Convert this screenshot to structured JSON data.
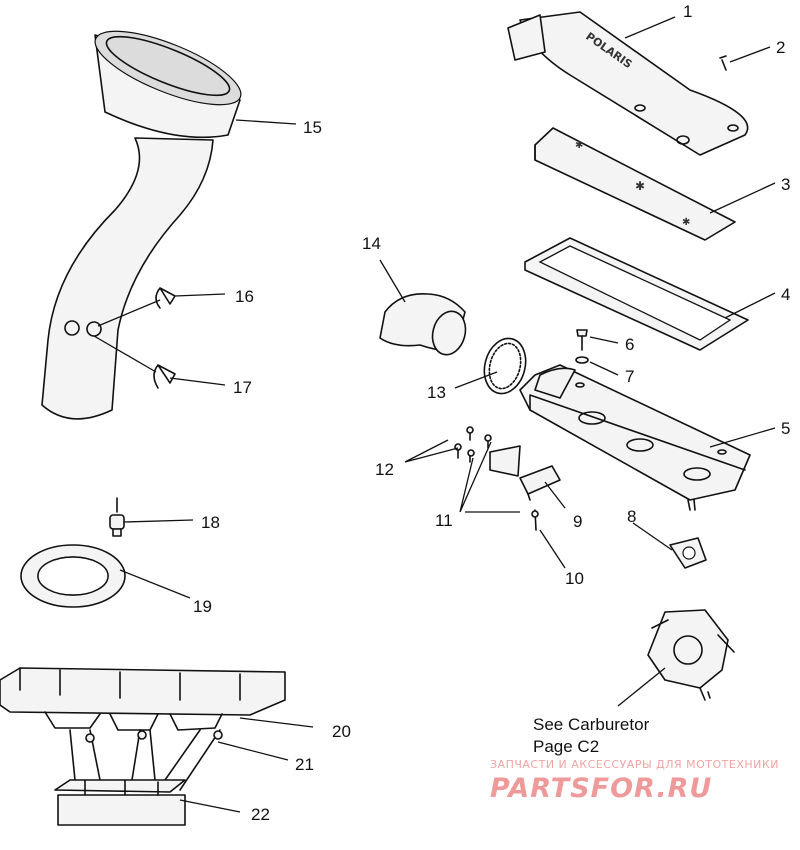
{
  "callouts": [
    {
      "id": "1",
      "text": "1"
    },
    {
      "id": "2",
      "text": "2"
    },
    {
      "id": "3",
      "text": "3"
    },
    {
      "id": "4",
      "text": "4"
    },
    {
      "id": "5",
      "text": "5"
    },
    {
      "id": "6",
      "text": "6"
    },
    {
      "id": "7",
      "text": "7"
    },
    {
      "id": "8",
      "text": "8"
    },
    {
      "id": "9",
      "text": "9"
    },
    {
      "id": "10",
      "text": "10"
    },
    {
      "id": "11",
      "text": "11"
    },
    {
      "id": "12",
      "text": "12"
    },
    {
      "id": "13",
      "text": "13"
    },
    {
      "id": "14",
      "text": "14"
    },
    {
      "id": "15",
      "text": "15"
    },
    {
      "id": "16",
      "text": "16"
    },
    {
      "id": "17",
      "text": "17"
    },
    {
      "id": "18",
      "text": "18"
    },
    {
      "id": "19",
      "text": "19"
    },
    {
      "id": "20",
      "text": "20"
    },
    {
      "id": "21",
      "text": "21"
    },
    {
      "id": "22",
      "text": "22"
    }
  ],
  "cover_logo": "POLARIS",
  "note": {
    "line1": "See Carburetor",
    "line2": "Page C2"
  },
  "watermark": {
    "tagline": "ЗАПЧАСТИ И АКСЕССУАРЫ ДЛЯ МОТОТЕХНИКИ",
    "brand": "PARTSFOR.RU",
    "color": "#ee9a9a"
  }
}
